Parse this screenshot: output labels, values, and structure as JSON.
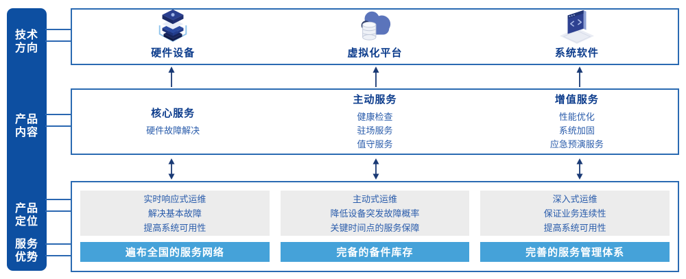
{
  "sidebar": {
    "items": [
      {
        "name": "tech-direction",
        "line1": "技术",
        "line2": "方向"
      },
      {
        "name": "product-content",
        "line1": "产品",
        "line2": "内容"
      },
      {
        "name": "product-positioning",
        "line1": "产品",
        "line2": "定位"
      },
      {
        "name": "service-advantage",
        "line1": "服务",
        "line2": "优势"
      }
    ]
  },
  "tech_row": {
    "items": [
      {
        "icon": "server-stack-icon",
        "label": "硬件设备"
      },
      {
        "icon": "cloud-database-icon",
        "label": "虚拟化平台"
      },
      {
        "icon": "code-window-icon",
        "label": "系统软件"
      }
    ]
  },
  "content_row": {
    "columns": [
      {
        "title": "核心服务",
        "items": [
          "硬件故障解决"
        ]
      },
      {
        "title": "主动服务",
        "items": [
          "健康检查",
          "驻场服务",
          "值守服务"
        ]
      },
      {
        "title": "增值服务",
        "items": [
          "性能优化",
          "系统加固",
          "应急预演服务"
        ]
      }
    ]
  },
  "positioning_row": {
    "columns": [
      {
        "lines": [
          "实时响应式运维",
          "解决基本故障",
          "提高系统可用性"
        ],
        "bar": "遍布全国的服务网络"
      },
      {
        "lines": [
          "主动式运维",
          "降低设备突发故障概率",
          "关键时间点的服务保障"
        ],
        "bar": "完备的备件库存"
      },
      {
        "lines": [
          "深入式运维",
          "保证业务连续性",
          "提高系统可用性"
        ],
        "bar": "完善的服务管理体系"
      }
    ]
  },
  "colors": {
    "sidebar_bg": "#0d4fa1",
    "box_border": "#2a6ab2",
    "title_text": "#0c3c8c",
    "body_text": "#2a5cab",
    "gray_panel": "#ececec",
    "bar_bg": "#45a2d9",
    "arrow": "#1a3a75",
    "icon_navy": "#2a3f8f",
    "icon_periwinkle": "#5b74bb",
    "icon_cyan_outline": "#8fc4ec"
  }
}
